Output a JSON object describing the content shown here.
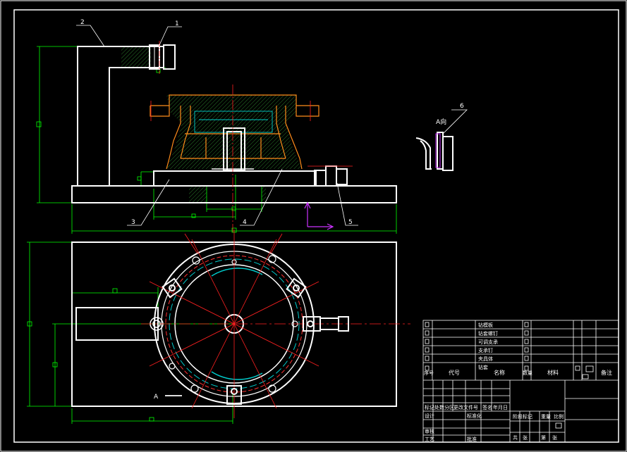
{
  "balloons": [
    "1",
    "2",
    "3",
    "4",
    "5",
    "6"
  ],
  "view_label": "A向",
  "section_mark": "A",
  "parts_list": {
    "names": [
      "钻模板",
      "钻套螺钉",
      "可调支承",
      "支承钉",
      "夹具体",
      "钻套"
    ],
    "header": {
      "seq": "序号",
      "code": "代号",
      "name": "名称",
      "qty": "数量",
      "material": "材料",
      "remark": "备注"
    }
  },
  "title_block": {
    "labels": [
      "标记",
      "处数",
      "分区",
      "更改文件号",
      "签名",
      "年月日"
    ],
    "design": "设计",
    "check": "审核",
    "process": "工艺",
    "standardize": "标准化",
    "approve": "批准",
    "stage_mark": "阶段标记",
    "weight": "重量",
    "scale": "比例",
    "sheet_total": "共",
    "sheet_no": "第",
    "sheet_unit": "张"
  }
}
